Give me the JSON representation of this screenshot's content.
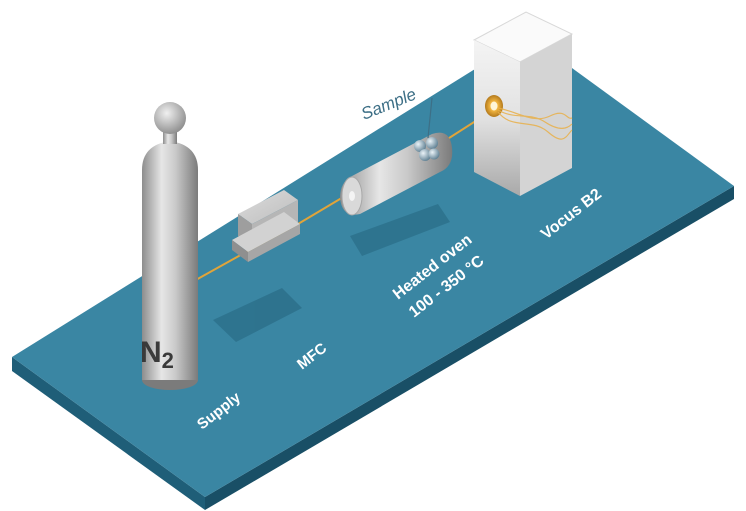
{
  "labels": {
    "supply": "Supply",
    "mfc": "MFC",
    "oven_line1": "Heated oven",
    "oven_line2": "100 - 350 °C",
    "vocus": "Vocus B2",
    "sample": "Sample",
    "n2_letter": "N",
    "n2_subscript": "2"
  },
  "colors": {
    "platform_top": "#3a86a3",
    "platform_side": "#1f5e78",
    "gas_line": "#e0a43a",
    "cylinder": "#c4c4c4",
    "instrument": "#f2f2f2",
    "sample_label": "#3d6f86",
    "label_text": "#ffffff"
  }
}
